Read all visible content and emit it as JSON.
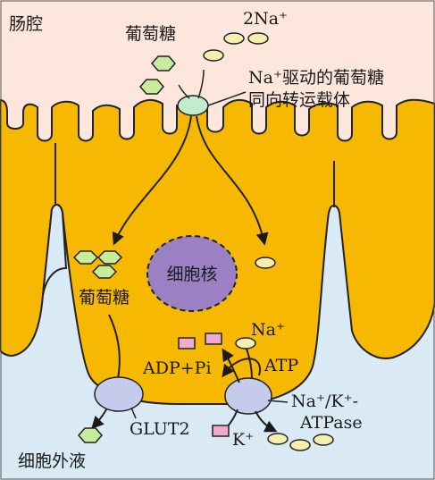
{
  "labels": {
    "lumen": "肠腔",
    "glucose_top": "葡萄糖",
    "sodium_top": "2Na⁺",
    "symporter_line1": "Na⁺驱动的葡萄糖",
    "symporter_line2": "同向转运载体",
    "nucleus": "细胞核",
    "glucose_cell": "葡萄糖",
    "sodium_pump": "Na⁺",
    "atp": "ATP",
    "adp_pi": "ADP+Pi",
    "pump_line1": "Na⁺/K⁺-",
    "pump_line2": "ATPase",
    "glut2": "GLUT2",
    "potassium": "K⁺",
    "extracellular": "细胞外液"
  },
  "colors": {
    "lumen_bg": "#fde6dc",
    "cell": "#f6b800",
    "extracellular_bg": "#d9eaf5",
    "nucleus": "#9c80c4",
    "glucose": "#c7ec9c",
    "sodium": "#f7efb0",
    "potassium": "#f0aace",
    "transporter_green": "#c2ecd0",
    "transporter_blue": "#c5cbea"
  }
}
